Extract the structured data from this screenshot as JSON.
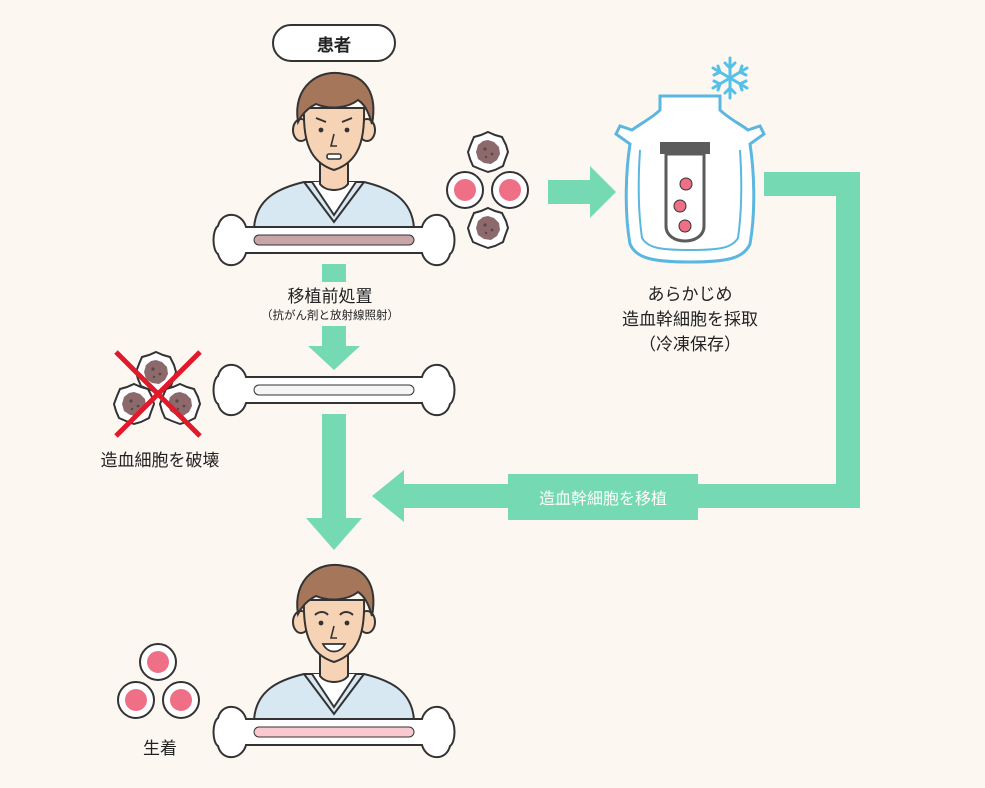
{
  "patient_label": "患者",
  "step_pretreatment": {
    "title": "移植前処置",
    "subtitle": "（抗がん剤と放射線照射）"
  },
  "collection": {
    "line1": "あらかじめ",
    "line2": "造血幹細胞を採取",
    "line3": "（冷凍保存）"
  },
  "destroy_label": "造血細胞を破壊",
  "transplant_label": "造血幹細胞を移植",
  "engraft_label": "生着",
  "colors": {
    "background": "#fdf7f2",
    "arrow": "#75d9b3",
    "cross": "#e0192b",
    "healthy_cell": "#ef6f86",
    "damaged_cell": "#8c6a6c",
    "container": "#5bb6e0",
    "snowflake": "#55c1e8"
  },
  "icons": [
    "patient-worried-icon",
    "patient-smiling-icon",
    "bone-icon",
    "cryo-container-icon",
    "test-tube-icon",
    "snowflake-icon",
    "red-cross-icon"
  ]
}
